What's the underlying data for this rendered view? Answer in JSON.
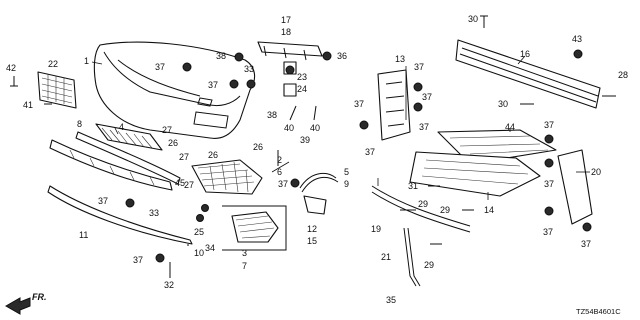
{
  "diagram": {
    "reference_code": "TZ54B4601C",
    "direction_indicator": "FR.",
    "callouts": [
      "1",
      "2",
      "3",
      "4",
      "5",
      "6",
      "7",
      "8",
      "9",
      "10",
      "11",
      "12",
      "13",
      "14",
      "15",
      "16",
      "17",
      "18",
      "19",
      "20",
      "21",
      "22",
      "23",
      "24",
      "25",
      "26",
      "27",
      "28",
      "29",
      "30",
      "31",
      "32",
      "33",
      "34",
      "35",
      "36",
      "37",
      "38",
      "39",
      "40",
      "41",
      "42",
      "43",
      "44",
      "45"
    ]
  },
  "labels": [
    {
      "id": "l1",
      "text": "1"
    },
    {
      "id": "l2",
      "text": "2"
    },
    {
      "id": "l3",
      "text": "3"
    },
    {
      "id": "l4",
      "text": "4"
    },
    {
      "id": "l5",
      "text": "5"
    },
    {
      "id": "l6",
      "text": "6"
    },
    {
      "id": "l7",
      "text": "7"
    },
    {
      "id": "l8",
      "text": "8"
    },
    {
      "id": "l9",
      "text": "9"
    },
    {
      "id": "l10",
      "text": "10"
    },
    {
      "id": "l11",
      "text": "11"
    },
    {
      "id": "l12",
      "text": "12"
    },
    {
      "id": "l13",
      "text": "13"
    },
    {
      "id": "l14",
      "text": "14"
    },
    {
      "id": "l15",
      "text": "15"
    },
    {
      "id": "l16",
      "text": "16"
    },
    {
      "id": "l17",
      "text": "17"
    },
    {
      "id": "l18",
      "text": "18"
    },
    {
      "id": "l19",
      "text": "19"
    },
    {
      "id": "l20",
      "text": "20"
    },
    {
      "id": "l21",
      "text": "21"
    },
    {
      "id": "l22",
      "text": "22"
    },
    {
      "id": "l23",
      "text": "23"
    },
    {
      "id": "l24",
      "text": "24"
    },
    {
      "id": "l25",
      "text": "25"
    },
    {
      "id": "l26a",
      "text": "26"
    },
    {
      "id": "l26b",
      "text": "26"
    },
    {
      "id": "l26c",
      "text": "26"
    },
    {
      "id": "l27a",
      "text": "27"
    },
    {
      "id": "l27b",
      "text": "27"
    },
    {
      "id": "l27c",
      "text": "27"
    },
    {
      "id": "l28",
      "text": "28"
    },
    {
      "id": "l29a",
      "text": "29"
    },
    {
      "id": "l29b",
      "text": "29"
    },
    {
      "id": "l29c",
      "text": "29"
    },
    {
      "id": "l30a",
      "text": "30"
    },
    {
      "id": "l30b",
      "text": "30"
    },
    {
      "id": "l31",
      "text": "31"
    },
    {
      "id": "l32",
      "text": "32"
    },
    {
      "id": "l33a",
      "text": "33"
    },
    {
      "id": "l33b",
      "text": "33"
    },
    {
      "id": "l34",
      "text": "34"
    },
    {
      "id": "l35",
      "text": "35"
    },
    {
      "id": "l36",
      "text": "36"
    },
    {
      "id": "l37a",
      "text": "37"
    },
    {
      "id": "l37b",
      "text": "37"
    },
    {
      "id": "l37c",
      "text": "37"
    },
    {
      "id": "l37d",
      "text": "37"
    },
    {
      "id": "l37e",
      "text": "37"
    },
    {
      "id": "l37f",
      "text": "37"
    },
    {
      "id": "l37g",
      "text": "37"
    },
    {
      "id": "l37h",
      "text": "37"
    },
    {
      "id": "l37i",
      "text": "37"
    },
    {
      "id": "l37j",
      "text": "37"
    },
    {
      "id": "l37k",
      "text": "37"
    },
    {
      "id": "l37l",
      "text": "37"
    },
    {
      "id": "l37m",
      "text": "37"
    },
    {
      "id": "l37n",
      "text": "37"
    },
    {
      "id": "l38a",
      "text": "38"
    },
    {
      "id": "l38b",
      "text": "38"
    },
    {
      "id": "l39",
      "text": "39"
    },
    {
      "id": "l40a",
      "text": "40"
    },
    {
      "id": "l40b",
      "text": "40"
    },
    {
      "id": "l41",
      "text": "41"
    },
    {
      "id": "l42",
      "text": "42"
    },
    {
      "id": "l43",
      "text": "43"
    },
    {
      "id": "l44",
      "text": "44"
    },
    {
      "id": "l45",
      "text": "45"
    }
  ]
}
